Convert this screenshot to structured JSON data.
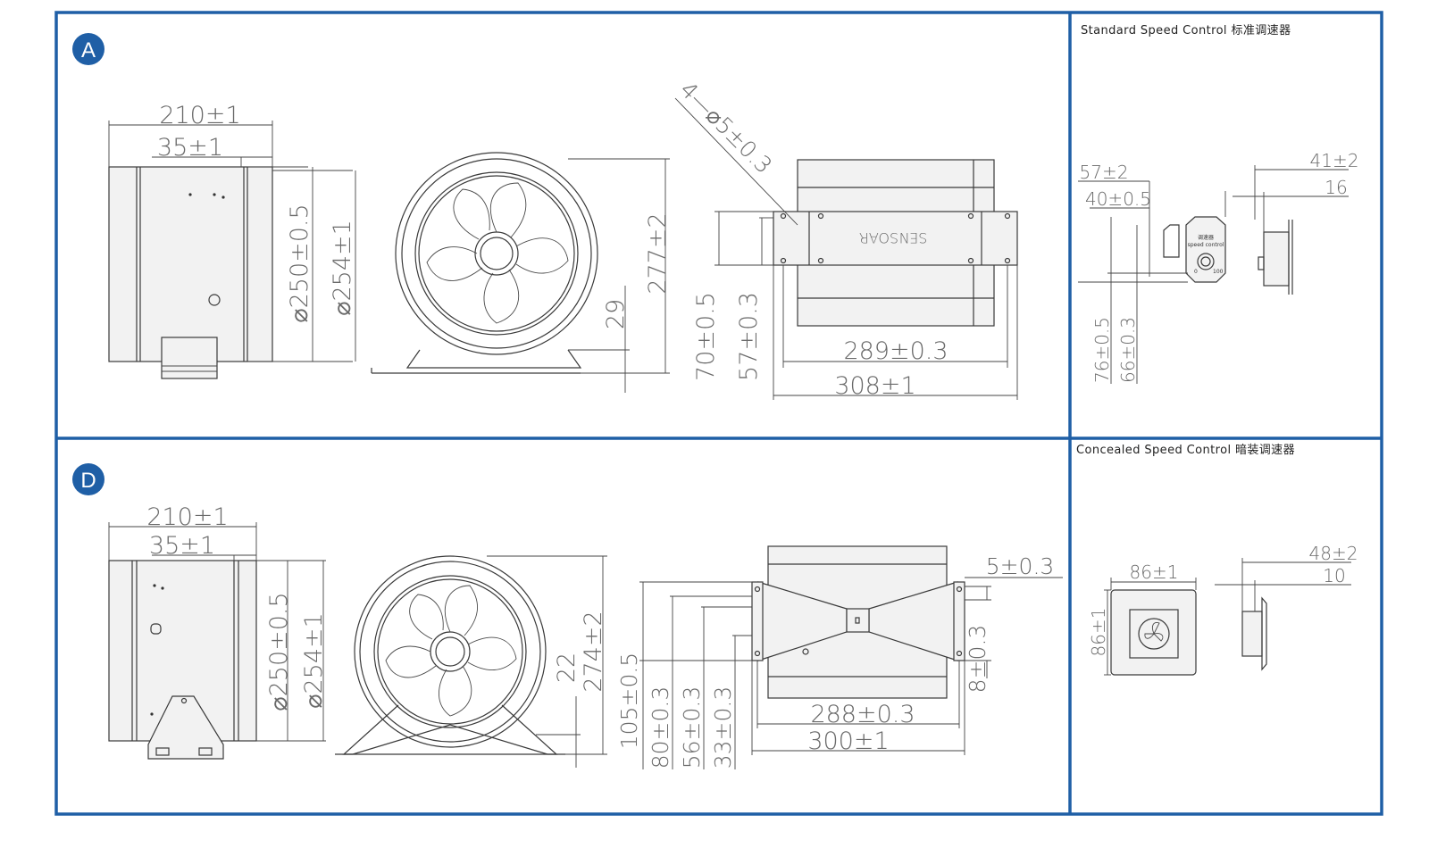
{
  "badges": {
    "a": "A",
    "d": "D"
  },
  "titles": {
    "standard": "Standard Speed Control 标准调速器",
    "concealed": "Concealed Speed Control 暗装调速器"
  },
  "model_a": {
    "side": {
      "length": "210±1",
      "collar": "35±1",
      "inner_dia": "⌀250±0.5",
      "outer_dia": "⌀254±1"
    },
    "front": {
      "height": "277±2",
      "base": "29"
    },
    "top": {
      "holes": "4—⌀5±0.3",
      "w1": "70±0.5",
      "w2": "57±0.3",
      "hole_span": "289±0.3",
      "overall": "308±1",
      "brand": "SENSOAR"
    }
  },
  "model_d": {
    "side": {
      "length": "210±1",
      "collar": "35±1",
      "inner_dia": "⌀250±0.5",
      "outer_dia": "⌀254±1"
    },
    "front": {
      "height": "274±2",
      "base": "22"
    },
    "top": {
      "h1": "105±0.5",
      "h2": "80±0.3",
      "h3": "56±0.3",
      "h4": "33±0.3",
      "slot": "5±0.3",
      "slot2": "8±0.3",
      "hole_span": "288±0.3",
      "overall": "300±1"
    }
  },
  "standard_control": {
    "w1": "57±2",
    "w2": "40±0.5",
    "h1": "76±0.5",
    "h2": "66±0.3",
    "depth": "41±2",
    "knob": "16",
    "label_cn": "调速器",
    "label_en": "speed control",
    "scale_min": "0",
    "scale_max": "100"
  },
  "concealed_control": {
    "width": "86±1",
    "height": "86±1",
    "depth": "48±2",
    "knob": "10"
  }
}
